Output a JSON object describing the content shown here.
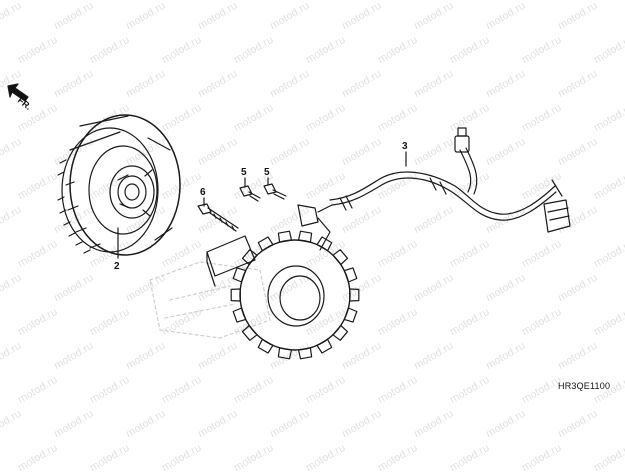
{
  "direction_label": "FR.",
  "diagram_code": "HR3QE1100",
  "watermark": "motod.ru",
  "callouts": {
    "flywheel": "2",
    "stator_wire_harness": "3",
    "bolt_a": "5",
    "bolt_b": "5",
    "bolt_long": "6"
  },
  "colors": {
    "line": "#1a1a1a",
    "watermark": "#e2e2e2",
    "background": "#ffffff"
  }
}
